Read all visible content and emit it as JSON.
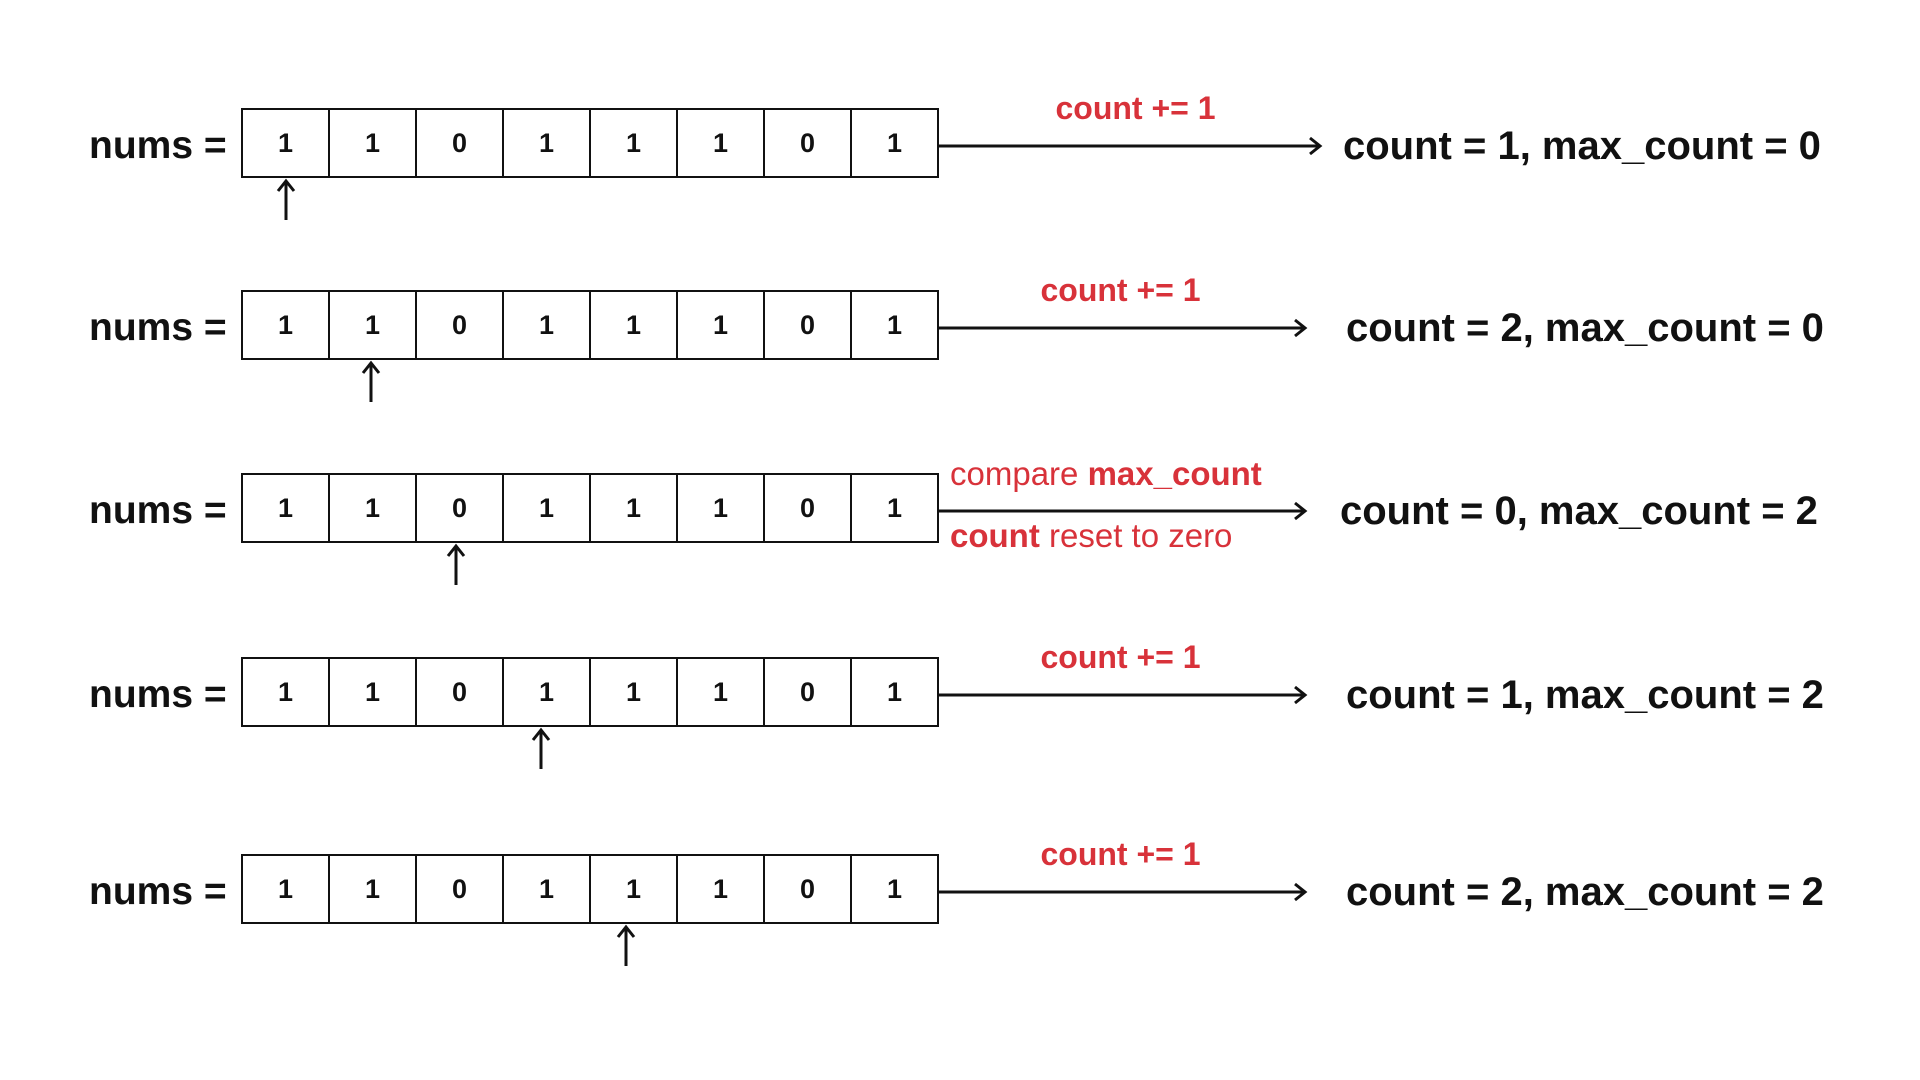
{
  "steps": [
    {
      "label": "nums =",
      "cells": [
        "1",
        "1",
        "0",
        "1",
        "1",
        "1",
        "0",
        "1"
      ],
      "pointer_index": 0,
      "operation": "count += 1",
      "result": "count = 1, max_count = 0"
    },
    {
      "label": "nums =",
      "cells": [
        "1",
        "1",
        "0",
        "1",
        "1",
        "1",
        "0",
        "1"
      ],
      "pointer_index": 1,
      "operation": "count += 1",
      "result": "count = 2, max_count = 0"
    },
    {
      "label": "nums =",
      "cells": [
        "1",
        "1",
        "0",
        "1",
        "1",
        "1",
        "0",
        "1"
      ],
      "pointer_index": 2,
      "compare_prefix": "compare ",
      "compare_keyword": "max_count",
      "reset_keyword": "count",
      "reset_suffix": " reset to zero",
      "result": "count = 0, max_count = 2"
    },
    {
      "label": "nums =",
      "cells": [
        "1",
        "1",
        "0",
        "1",
        "1",
        "1",
        "0",
        "1"
      ],
      "pointer_index": 3,
      "operation": "count += 1",
      "result": "count = 1, max_count = 2"
    },
    {
      "label": "nums =",
      "cells": [
        "1",
        "1",
        "0",
        "1",
        "1",
        "1",
        "0",
        "1"
      ],
      "pointer_index": 4,
      "operation": "count += 1",
      "result": "count = 2, max_count = 2"
    }
  ],
  "colors": {
    "text": "#111111",
    "operation": "#d8323a",
    "background": "#ffffff"
  }
}
